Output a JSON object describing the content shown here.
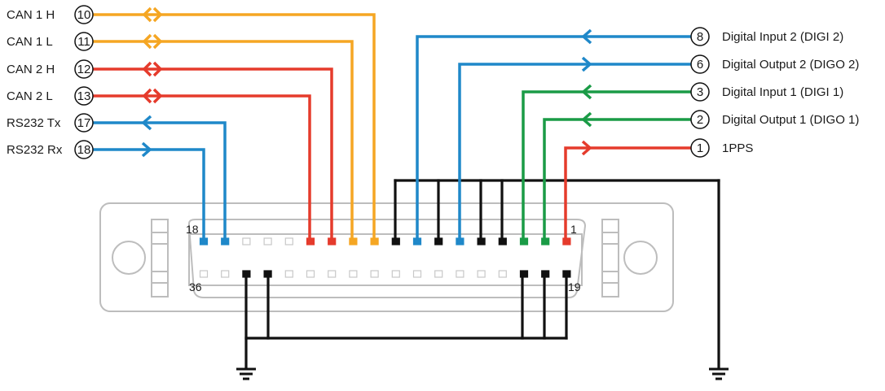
{
  "colors": {
    "can": "#f5a623",
    "red": "#e53b2c",
    "blue": "#1f88c9",
    "green": "#1a9b46",
    "black": "#111111",
    "connector_outline": "#bdbdbd",
    "pin_empty": "#c8c8c8"
  },
  "left_signals": [
    {
      "label": "CAN 1 H",
      "pin": "10",
      "color_key": "can",
      "arrow": "both"
    },
    {
      "label": "CAN 1 L",
      "pin": "11",
      "color_key": "can",
      "arrow": "both"
    },
    {
      "label": "CAN 2 H",
      "pin": "12",
      "color_key": "red",
      "arrow": "both"
    },
    {
      "label": "CAN 2 L",
      "pin": "13",
      "color_key": "red",
      "arrow": "both"
    },
    {
      "label": "RS232 Tx",
      "pin": "17",
      "color_key": "blue",
      "arrow": "left"
    },
    {
      "label": "RS232 Rx",
      "pin": "18",
      "color_key": "blue",
      "arrow": "right"
    }
  ],
  "right_signals": [
    {
      "label": "Digital Input 2 (DIGI 2)",
      "pin": "8",
      "color_key": "blue",
      "arrow": "left"
    },
    {
      "label": "Digital Output 2 (DIGO 2)",
      "pin": "6",
      "color_key": "blue",
      "arrow": "right"
    },
    {
      "label": "Digital Input 1 (DIGI 1)",
      "pin": "3",
      "color_key": "green",
      "arrow": "left"
    },
    {
      "label": "Digital Output 1 (DIGO 1)",
      "pin": "2",
      "color_key": "green",
      "arrow": "left"
    },
    {
      "label": "1PPS",
      "pin": "1",
      "color_key": "red",
      "arrow": "right"
    }
  ],
  "connector": {
    "top_left_label": "18",
    "top_right_label": "1",
    "bottom_left_label": "36",
    "bottom_right_label": "19"
  },
  "icons": [
    "ground-icon",
    "ground-icon",
    "arrow-icon",
    "double-arrow-icon",
    "mounting-hole-icon"
  ]
}
